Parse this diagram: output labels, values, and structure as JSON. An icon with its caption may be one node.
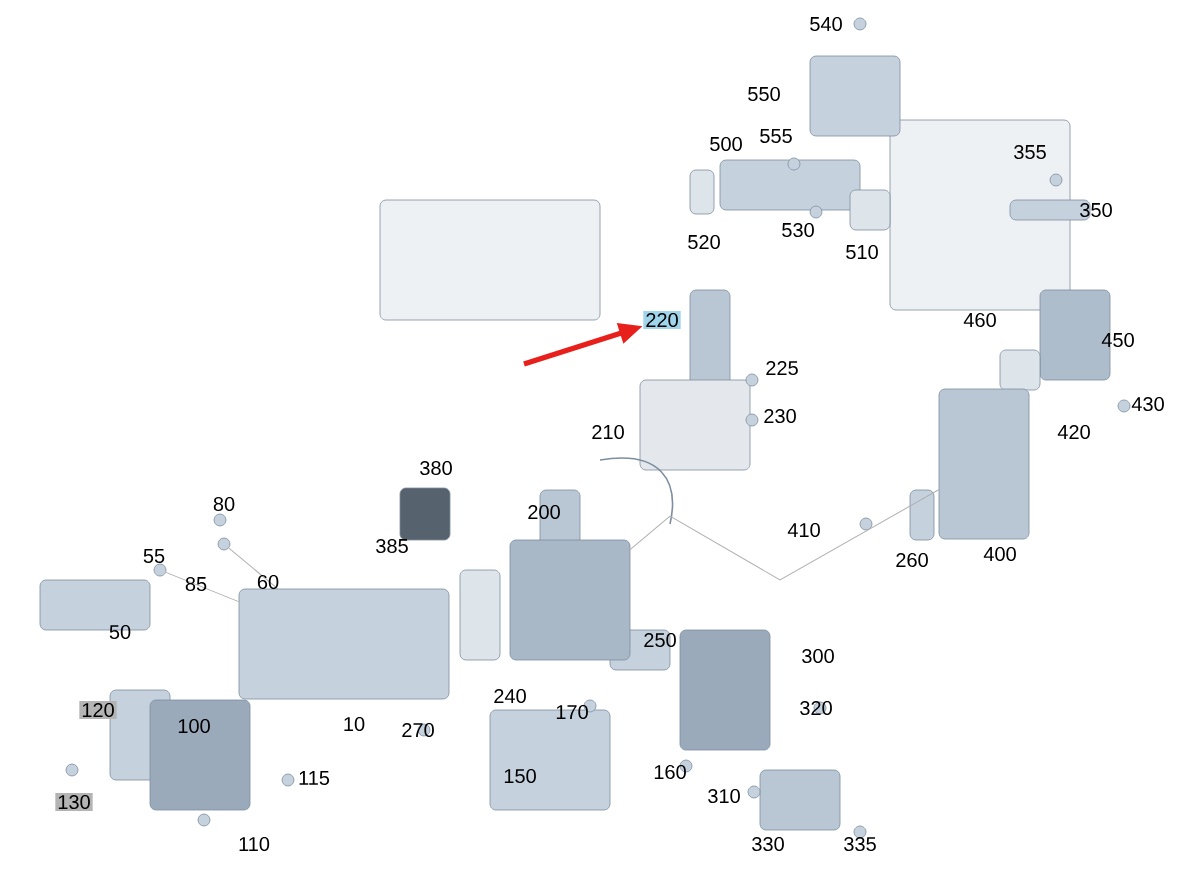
{
  "diagram": {
    "nodes": [
      {
        "text": [
          "220"
        ]
      },
      {
        "text": [
          "120"
        ]
      },
      {
        "text": [
          "130"
        ]
      },
      {
        "text": [],
        "shape": "circle"
      },
      {
        "text": [],
        "shape": "circle"
      },
      {
        "text": [],
        "shape": "box"
      },
      {
        "text": [],
        "shape": "box"
      },
      {
        "text": [],
        "shape": "box"
      }
    ],
    "edges": [
      {
        "from": null,
        "to": 0,
        "arrow": "to",
        "style": "thick",
        "color": "#e8201c"
      },
      {
        "from": 3,
        "to": 5,
        "arrow": "none"
      },
      {
        "from": 4,
        "to": 5,
        "arrow": "none"
      },
      {
        "from": 6,
        "to": 7,
        "arrow": "none"
      }
    ],
    "labels": [
      "540",
      "550",
      "500",
      "555",
      "355",
      "350",
      "520",
      "530",
      "510",
      "460",
      "450",
      "225",
      "230",
      "430",
      "420",
      "210",
      "380",
      "410",
      "80",
      "200",
      "385",
      "260",
      "400",
      "55",
      "85",
      "60",
      "50",
      "250",
      "300",
      "240",
      "320",
      "170",
      "100",
      "10",
      "270",
      "115",
      "150",
      "160",
      "310",
      "110",
      "330",
      "335"
    ]
  }
}
